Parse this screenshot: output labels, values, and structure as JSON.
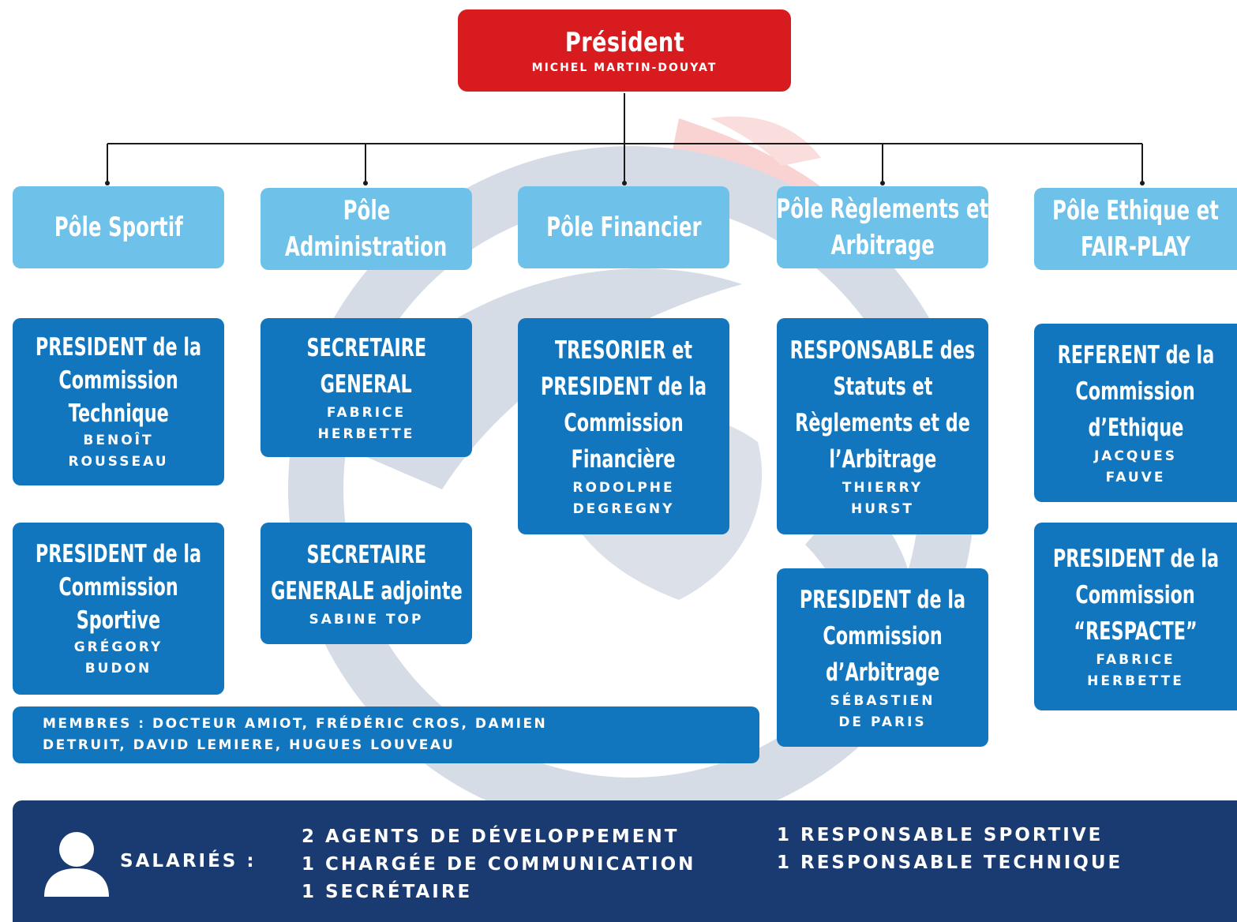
{
  "president": {
    "title": "Président",
    "name": "MICHEL MARTIN-DOUYAT"
  },
  "poles": [
    {
      "title_lines": [
        "Pôle Sportif"
      ]
    },
    {
      "title_lines": [
        "Pôle",
        "Administration"
      ]
    },
    {
      "title_lines": [
        "Pôle Financier"
      ]
    },
    {
      "title_lines": [
        "Pôle Règlements et",
        "Arbitrage"
      ]
    },
    {
      "title_lines": [
        "Pôle Ethique et",
        "FAIR-PLAY"
      ]
    }
  ],
  "roles": {
    "sportif_1": {
      "title_lines": [
        "PRESIDENT de la",
        "Commission",
        "Technique"
      ],
      "name_lines": [
        "BENOÎT",
        "ROUSSEAU"
      ]
    },
    "sportif_2": {
      "title_lines": [
        "PRESIDENT de la",
        "Commission",
        "Sportive"
      ],
      "name_lines": [
        "GRÉGORY",
        "BUDON"
      ]
    },
    "admin_1": {
      "title_lines": [
        "SECRETAIRE",
        "GENERAL"
      ],
      "name_lines": [
        "FABRICE",
        "HERBETTE"
      ]
    },
    "admin_2": {
      "title_lines": [
        "SECRETAIRE",
        "GENERALE adjointe"
      ],
      "name_lines": [
        "SABINE TOP"
      ]
    },
    "financier_1": {
      "title_lines": [
        "TRESORIER et",
        "PRESIDENT de la",
        "Commission",
        "Financière"
      ],
      "name_lines": [
        "RODOLPHE",
        "DEGREGNY"
      ]
    },
    "reglements_1": {
      "title_lines": [
        "RESPONSABLE des",
        "Statuts et",
        "Règlements et de",
        "l’Arbitrage"
      ],
      "name_lines": [
        "THIERRY",
        "HURST"
      ]
    },
    "reglements_2": {
      "title_lines": [
        "PRESIDENT de la",
        "Commission",
        "d’Arbitrage"
      ],
      "name_lines": [
        "SÉBASTIEN",
        "DE PARIS"
      ]
    },
    "ethique_1": {
      "title_lines": [
        "REFERENT de la",
        "Commission",
        "d’Ethique"
      ],
      "name_lines": [
        "JACQUES",
        "FAUVE"
      ]
    },
    "ethique_2": {
      "title_lines": [
        "PRESIDENT de la",
        "Commission",
        "“RESPACTE”"
      ],
      "name_lines": [
        "FABRICE",
        "HERBETTE"
      ]
    }
  },
  "members": {
    "lines": [
      "MEMBRES : DOCTEUR AMIOT, FRÉDÉRIC CROS, DAMIEN",
      "DETRUIT, DAVID LEMIERE, HUGUES LOUVEAU"
    ]
  },
  "salaries": {
    "label": "SALARIÉS :",
    "col1": [
      "2 AGENTS DE DÉVELOPPEMENT",
      "1 CHARGÉE DE COMMUNICATION",
      "1 SECRÉTAIRE"
    ],
    "col2": [
      "1 RESPONSABLE SPORTIVE",
      "1 RESPONSABLE TECHNIQUE"
    ]
  },
  "icons": {
    "person": "person-icon"
  },
  "colors": {
    "president": "#d71b1f",
    "pole": "#6ec2ea",
    "role": "#1176bd",
    "footer": "#1a3a72"
  }
}
